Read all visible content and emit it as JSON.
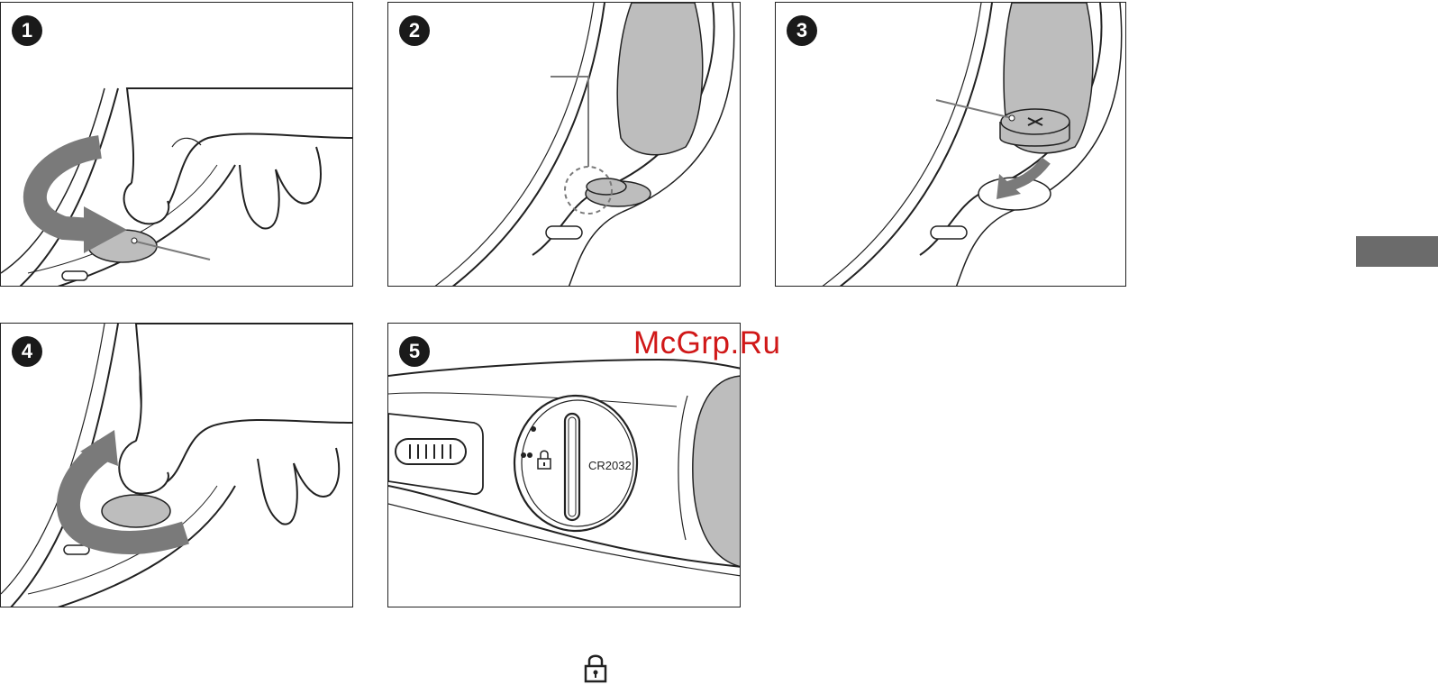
{
  "steps": [
    {
      "number": "1"
    },
    {
      "number": "2"
    },
    {
      "number": "3"
    },
    {
      "number": "4"
    },
    {
      "number": "5"
    }
  ],
  "battery_label": "CR2032",
  "watermark": "McGrp.Ru",
  "icons": {
    "rotate_arrow": "rotate-arrow-icon",
    "lock": "lock-icon",
    "insert_arrow": "insert-arrow-icon"
  },
  "colors": {
    "panel_border": "#222222",
    "fill_gray": "#bdbdbd",
    "dark_gray": "#7a7a7a",
    "side_tab": "#6b6b6b",
    "watermark": "#d01818"
  }
}
